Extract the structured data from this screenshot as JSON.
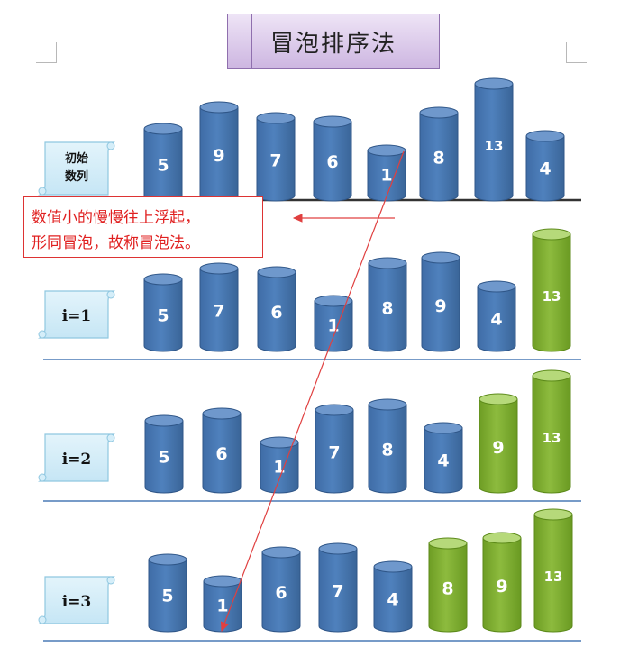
{
  "title": "冒泡排序法",
  "note": {
    "line1": "数值小的慢慢往上浮起，",
    "line2": "形同冒泡，故称冒泡法。"
  },
  "colors": {
    "unsorted": "#4f81bd",
    "sorted": "#8dbb3e",
    "arrow": "#e04040",
    "scroll": "#c6e6f5"
  },
  "rows": [
    {
      "label": [
        "初始",
        "数列"
      ],
      "values": [
        5,
        9,
        7,
        6,
        1,
        8,
        13,
        4
      ],
      "sorted_count": 0
    },
    {
      "label": [
        "i=1"
      ],
      "values": [
        5,
        7,
        6,
        1,
        8,
        9,
        4,
        13
      ],
      "sorted_count": 1
    },
    {
      "label": [
        "i=2"
      ],
      "values": [
        5,
        6,
        1,
        7,
        8,
        4,
        9,
        13
      ],
      "sorted_count": 2
    },
    {
      "label": [
        "i=3"
      ],
      "values": [
        5,
        1,
        6,
        7,
        4,
        8,
        9,
        13
      ],
      "sorted_count": 3
    }
  ]
}
